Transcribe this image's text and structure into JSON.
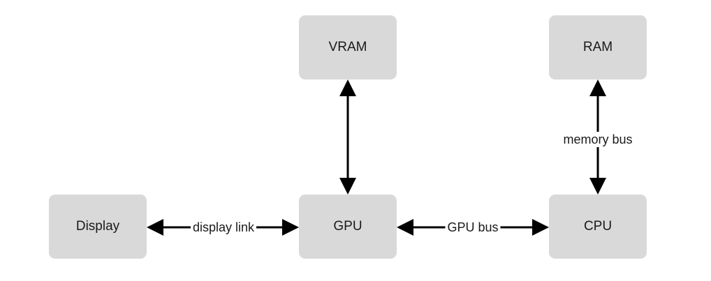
{
  "nodes": {
    "vram": "VRAM",
    "ram": "RAM",
    "display": "Display",
    "gpu": "GPU",
    "cpu": "CPU"
  },
  "edges": {
    "display_link": "display link",
    "gpu_bus": "GPU bus",
    "memory_bus": "memory bus"
  },
  "colors": {
    "box_fill": "#d9d9d9",
    "arrow": "#000000",
    "text": "#1a1a1a"
  }
}
